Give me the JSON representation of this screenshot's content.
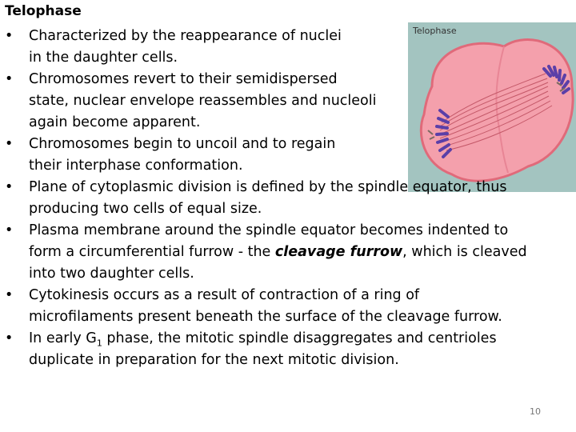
{
  "slide": {
    "title": "Telophase",
    "bullets": [
      {
        "line1": "Characterized by the reappearance of nuclei",
        "line2": "in the daughter cells."
      },
      {
        "line1": "Chromosomes revert to their semidispersed",
        "line2": "state, nuclear envelope reassembles and nucleoli",
        "line3": "again become apparent."
      },
      {
        "line1": "Chromosomes begin to uncoil and to regain",
        "line2": "their interphase conformation."
      },
      {
        "line1": "Plane of cytoplasmic division is defined by the spindle equator, thus",
        "line2": "producing two cells of equal size."
      },
      {
        "line1": "Plasma membrane around the spindle equator becomes indented to",
        "line2_pre": "form a circumferential furrow - the ",
        "line2_em": "cleavage furrow",
        "line2_post": ", which is cleaved",
        "line3": "into two daughter cells."
      },
      {
        "line1": "Cytokinesis occurs as a result of contraction of a ring of",
        "line2": "microfilaments  present beneath the surface of the cleavage furrow."
      },
      {
        "line1_pre": "In early G",
        "line1_sub": "1",
        "line1_post": " phase, the mitotic spindle disaggregates and centrioles",
        "line2": "duplicate in preparation for the next mitotic division."
      }
    ],
    "slide_number": "10"
  },
  "figure": {
    "label": "Telophase",
    "background_color": "#a3c4c0",
    "cell_fill": "#f4a0ac",
    "cell_border": "#e06a7a",
    "chromosome_color": "#5b3fa8"
  }
}
